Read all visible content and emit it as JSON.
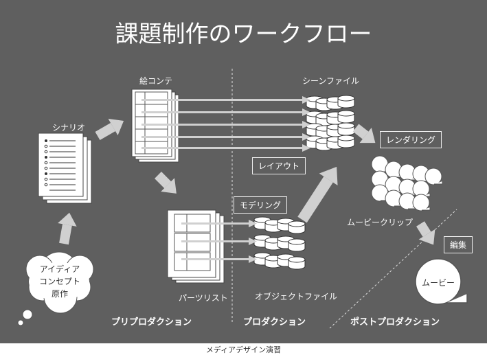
{
  "title": "課題制作のワークフロー",
  "labels": {
    "scenario": "シナリオ",
    "storyboard": "絵コンテ",
    "scene_file": "シーンファイル",
    "layout": "レイアウト",
    "rendering": "レンダリング",
    "modeling": "モデリング",
    "movie_clip": "ムービークリップ",
    "edit": "編集",
    "movie": "ムービー",
    "parts_list": "パーツリスト",
    "object_file": "オブジェクトファイル",
    "idea_line1": "アイディア",
    "idea_line2": "コンセプト",
    "idea_line3": "原作"
  },
  "phases": {
    "pre": "プリプロダクション",
    "production": "プロダクション",
    "post": "ポストプロダクション"
  },
  "footer": "メディアデザイン演習",
  "colors": {
    "background": "#5f5f5f",
    "arrow": "#d0d0d0",
    "paper": "#ffffff",
    "dark_text": "#333333"
  }
}
